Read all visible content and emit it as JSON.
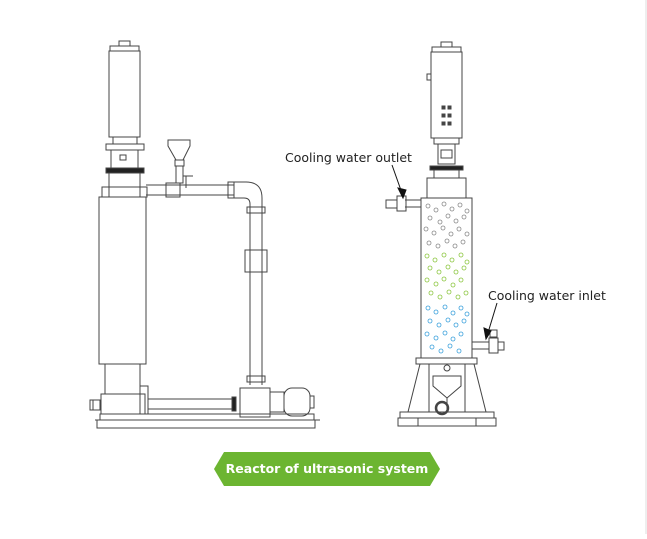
{
  "labels": {
    "cooling_outlet": "Cooling water outlet",
    "cooling_inlet": "Cooling water inlet"
  },
  "banner": {
    "text": "Reactor of ultrasonic system",
    "color": "#6cb531"
  },
  "colors": {
    "line": "#444444",
    "bubbles_gray": "#8a8a8a",
    "bubbles_green": "#8cc63f",
    "bubbles_blue": "#3aa0dc"
  }
}
